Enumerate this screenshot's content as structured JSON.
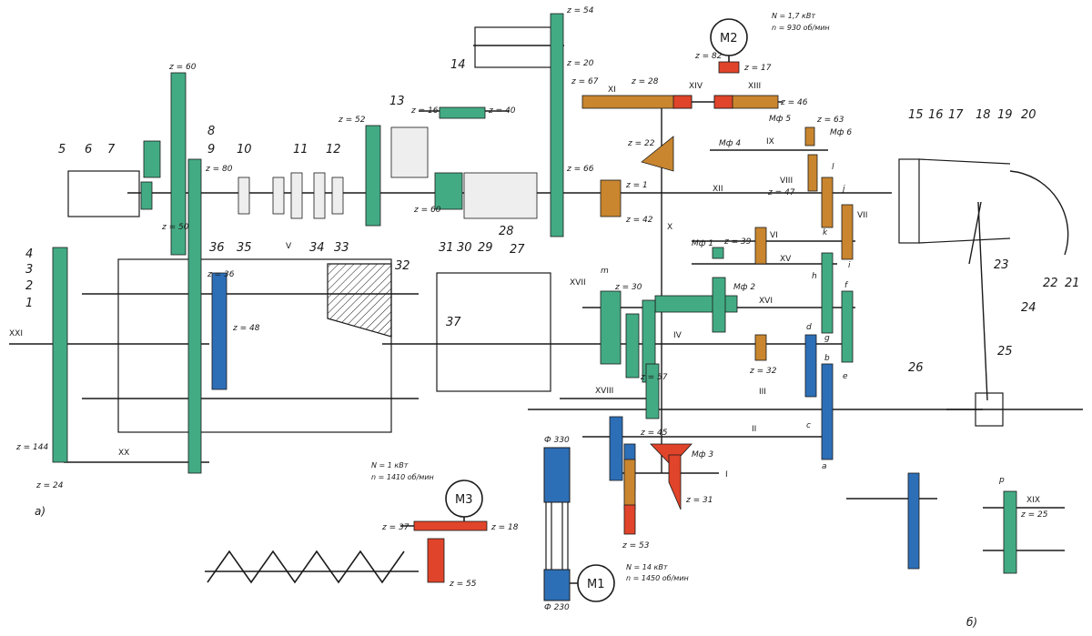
{
  "colors": {
    "green": "#43ab84",
    "blue": "#2d6fb7",
    "orange": "#c9862f",
    "red": "#e0442a",
    "line": "#1a1a1a"
  },
  "motors": [
    {
      "name": "M2",
      "power": "N = 1,7 кВт",
      "speed": "n = 930 об/мин"
    },
    {
      "name": "M3",
      "power": "N = 1 кВт",
      "speed": "n = 1410 об/мин"
    },
    {
      "name": "M1",
      "power": "N = 14 кВт",
      "speed": "n = 1450 об/мин"
    }
  ],
  "part_numbers": [
    "1",
    "2",
    "3",
    "4",
    "5",
    "6",
    "7",
    "8",
    "9",
    "10",
    "11",
    "12",
    "13",
    "14",
    "15",
    "16",
    "17",
    "18",
    "19",
    "20",
    "21",
    "22",
    "23",
    "24",
    "25",
    "26",
    "27",
    "28",
    "29",
    "30",
    "31",
    "32",
    "33",
    "34",
    "35",
    "36",
    "37"
  ],
  "shaft_labels": [
    "I",
    "II",
    "III",
    "IV",
    "V",
    "VI",
    "VII",
    "VIII",
    "IX",
    "X",
    "XI",
    "XII",
    "XIII",
    "XIV",
    "XV",
    "XVI",
    "XVII",
    "XVIII",
    "XIX",
    "XX",
    "XXI"
  ],
  "gear_labels": [
    "z = 60",
    "z = 80",
    "z = 50",
    "z = 144",
    "z = 24",
    "z = 36",
    "z = 48",
    "z = 52",
    "z = 16",
    "z = 40",
    "z = 54",
    "z = 20",
    "z = 66",
    "z = 1",
    "z = 42",
    "z = 60",
    "z = 82",
    "z = 17",
    "z = 67",
    "z = 28",
    "z = 46",
    "z = 22",
    "z = 63",
    "z = 47",
    "z = 39",
    "z = 30",
    "z = 57",
    "z = 45",
    "z = 53",
    "z = 31",
    "z = 32",
    "z = 37",
    "z = 18",
    "z = 55",
    "z = 25"
  ],
  "pulley_labels": [
    "Ф 330",
    "Ф 230"
  ],
  "clutch_labels": [
    "Мф 1",
    "Мф 2",
    "Мф 3",
    "Мф 4",
    "Мф 5",
    "Мф 6"
  ],
  "letter_labels": [
    "a",
    "b",
    "c",
    "d",
    "e",
    "f",
    "g",
    "h",
    "i",
    "j",
    "k",
    "l",
    "m",
    "p"
  ],
  "captions": [
    "а)",
    "б)"
  ]
}
